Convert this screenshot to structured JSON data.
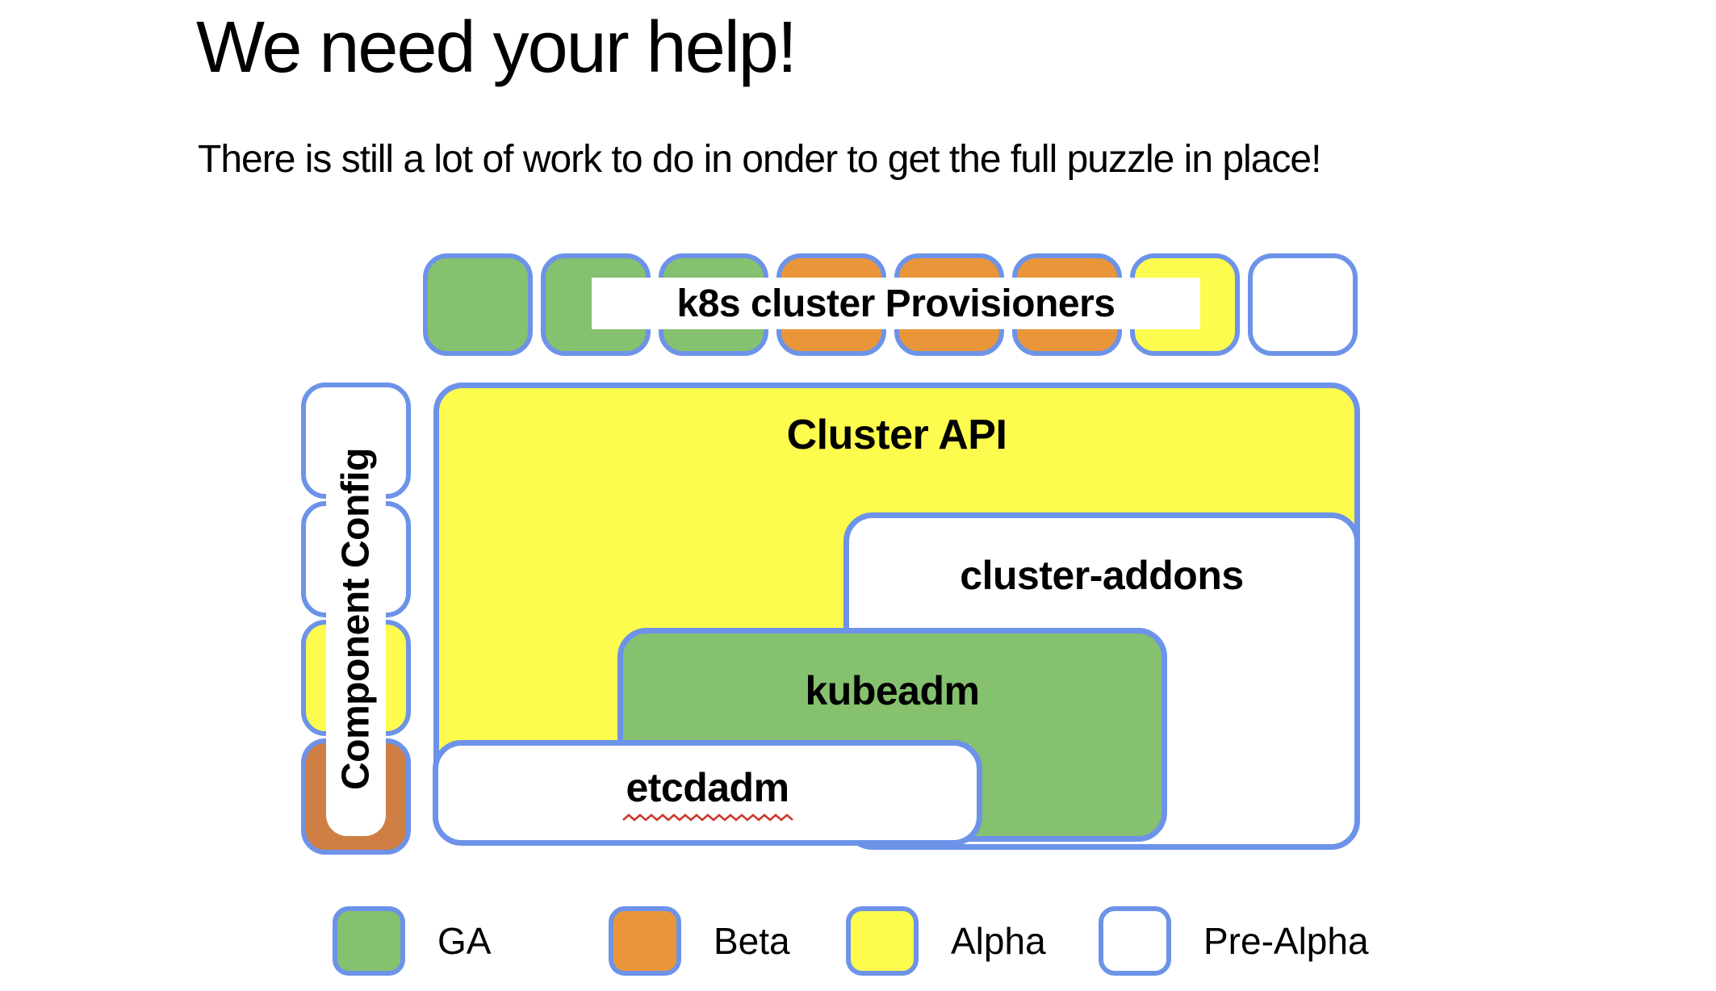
{
  "slide": {
    "title": "We need your help!",
    "subtitle": "There is still a lot of work to do in onder to get the full puzzle in place!"
  },
  "status_colors": {
    "ga": "#85c16e",
    "beta": "#e9963a",
    "beta_muted": "#cf7e44",
    "alpha": "#fdfb4d",
    "prealpha": "#ffffff",
    "border": "#6d93e8",
    "spellcheck_red": "#cc3a30"
  },
  "provisioners": {
    "label": "k8s cluster Provisioners",
    "pieces": [
      "ga",
      "ga",
      "ga",
      "beta",
      "beta",
      "beta",
      "alpha",
      "prealpha"
    ]
  },
  "component_config": {
    "label": "Component Config",
    "pieces": [
      "prealpha",
      "prealpha",
      "alpha",
      "beta_muted"
    ]
  },
  "boxes": {
    "cluster_api": {
      "label": "Cluster API",
      "status": "alpha"
    },
    "cluster_addons": {
      "label": "cluster-addons",
      "status": "prealpha"
    },
    "kubeadm": {
      "label": "kubeadm",
      "status": "ga"
    },
    "etcdadm": {
      "label": "etcdadm",
      "status": "prealpha",
      "spellcheck_underline": true
    }
  },
  "legend": {
    "items": [
      {
        "label": "GA",
        "status": "ga"
      },
      {
        "label": "Beta",
        "status": "beta"
      },
      {
        "label": "Alpha",
        "status": "alpha"
      },
      {
        "label": "Pre-Alpha",
        "status": "prealpha"
      }
    ]
  }
}
